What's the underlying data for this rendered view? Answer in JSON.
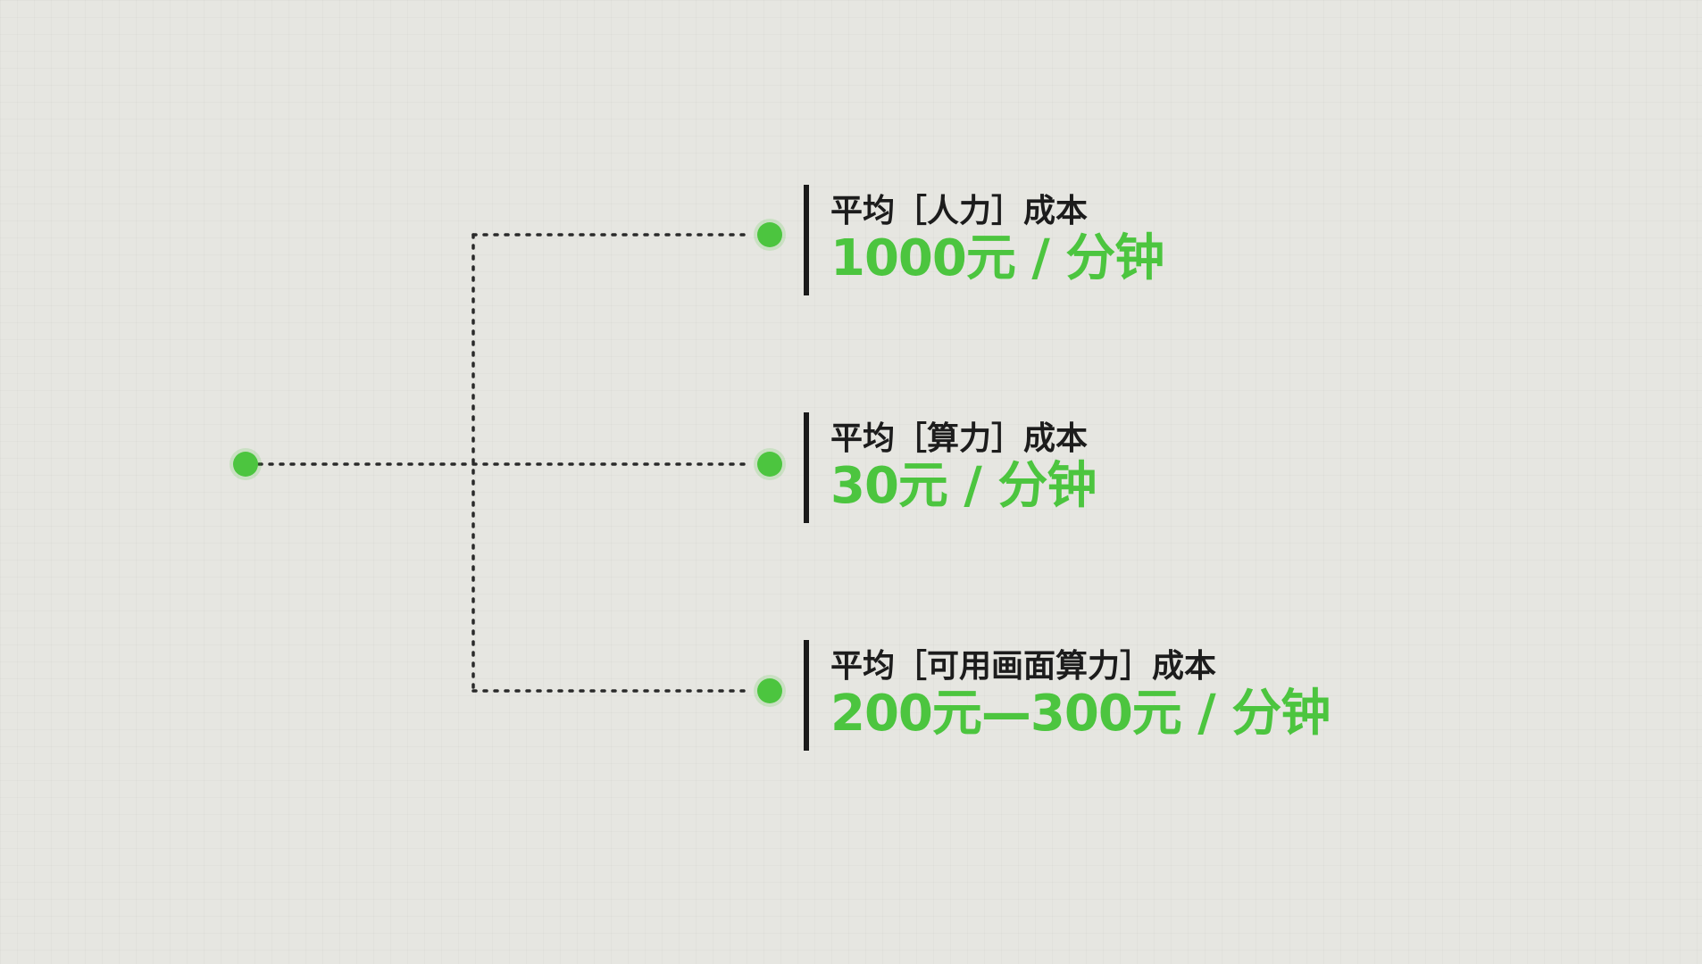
{
  "colors": {
    "background": "#e6e6e1",
    "accent": "#4cc53f",
    "text": "#1c1c1c",
    "connector": "#2a2a2a"
  },
  "items": [
    {
      "label": "平均［人力］成本",
      "value": "1000元 / 分钟"
    },
    {
      "label": "平均［算力］成本",
      "value": "30元 / 分钟"
    },
    {
      "label": "平均［可用画面算力］成本",
      "value": "200元—300元 / 分钟"
    }
  ]
}
